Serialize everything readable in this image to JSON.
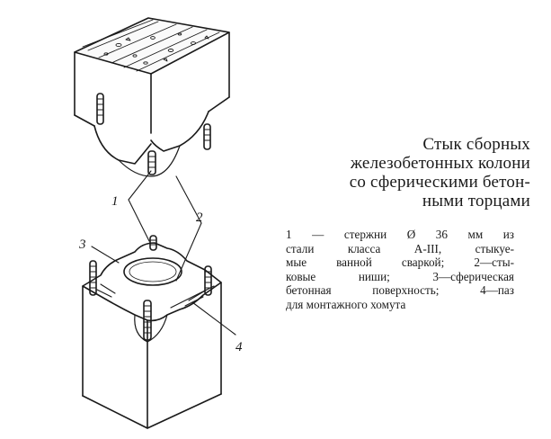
{
  "callouts": {
    "label_1": "1",
    "label_2": "2",
    "label_3": "3",
    "label_4": "4"
  },
  "caption": {
    "title_lines": [
      "Стык сборных",
      "железобетонных  колони",
      "со сферическими бетон-",
      "ными торцами"
    ],
    "legend_lines": [
      "1 — стержни   Ø 36   мм   из",
      "стали класса А-III, стыкуе-",
      "мые ванной сваркой; 2—сты-",
      "ковые ниши; 3—сферическая",
      "бетонная поверхность; 4—паз",
      "для монтажного хомута"
    ]
  }
}
